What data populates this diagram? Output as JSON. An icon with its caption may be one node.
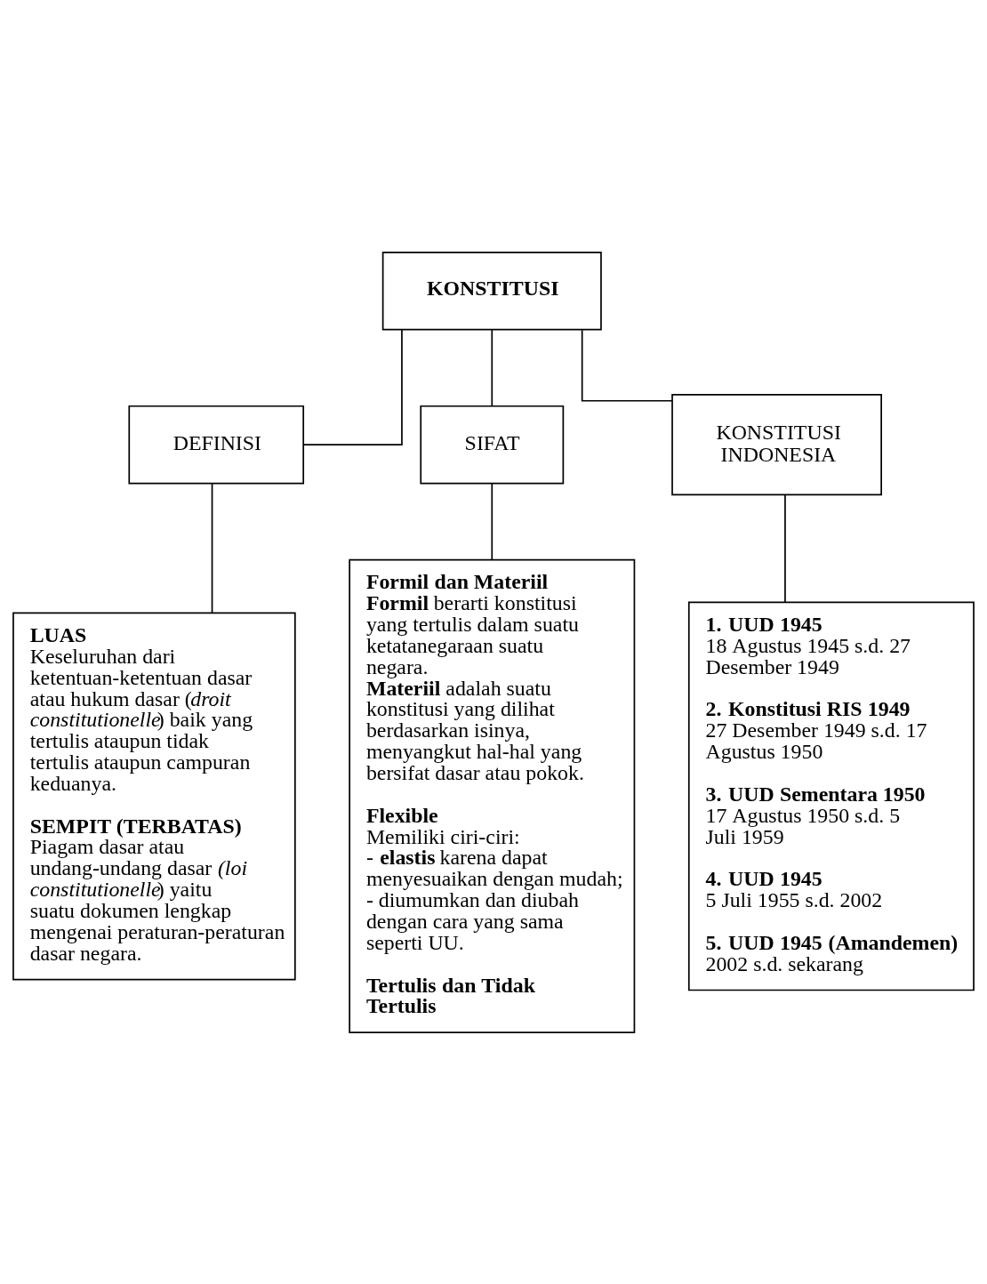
{
  "diagram": {
    "nodes": [
      {
        "text": [
          "KONSTITUSI"
        ]
      },
      {
        "text": [
          "DEFINISI"
        ]
      },
      {
        "text": [
          "SIFAT"
        ]
      },
      {
        "text": [
          "KONSTITUSI INDONESIA"
        ]
      },
      {
        "text": [
          "LUAS",
          "Keseluruhan dari ketentuan-ketentuan dasar atau hukum dasar (*droit constitutionelle*) baik yang tertulis ataupun tidak tertulis ataupun campuran keduanya.",
          "SEMPIT (TERBATAS)",
          "Piagam dasar atau undang-undang dasar *(loi constitutionelle*) yaitu suatu dokumen lengkap mengenai peraturan-peraturan dasar negara."
        ]
      },
      {
        "text": [
          "Formil dan Materiil",
          "**Formil** berarti konstitusi yang tertulis dalam suatu ketatanegaraan suatu negara.",
          "**Materiil** adalah suatu konstitusi yang dilihat berdasarkan isinya, menyangkut hal-hal yang bersifat dasar atau pokok.",
          "Flexible",
          "Memiliki ciri-ciri:",
          "- **elastis** karena dapat menyesuaikan dengan mudah;",
          "- diumumkan dan diubah dengan cara yang sama seperti UU.",
          "Tertulis dan Tidak Tertulis"
        ]
      },
      {
        "text": [
          "1. UUD 1945",
          "18 Agustus 1945 s.d. 27 Desember 1949",
          "2. Konstitusi RIS 1949",
          "27 Desember 1949 s.d. 17 Agustus 1950",
          "3. UUD Sementara 1950",
          "17 Agustus 1950 s.d. 5 Juli 1959",
          "4. UUD 1945",
          "5 Juli 1955 s.d. 2002",
          "5. UUD 1945 (Amandemen)",
          "2002 s.d. sekarang"
        ]
      }
    ],
    "edges": [
      {
        "from": 0,
        "to": 1,
        "arrow": "none"
      },
      {
        "from": 0,
        "to": 2,
        "arrow": "none"
      },
      {
        "from": 0,
        "to": 3,
        "arrow": "none"
      },
      {
        "from": 1,
        "to": 4,
        "arrow": "none"
      },
      {
        "from": 2,
        "to": 5,
        "arrow": "none"
      },
      {
        "from": 3,
        "to": 6,
        "arrow": "none"
      }
    ]
  }
}
